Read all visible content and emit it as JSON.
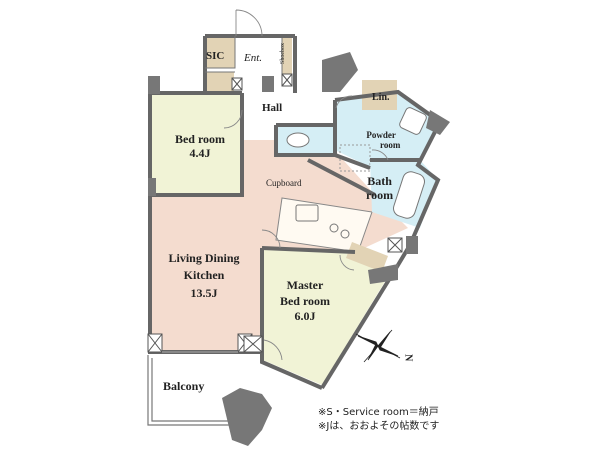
{
  "rooms": {
    "sic": "SIC",
    "entrance": "Ent.",
    "shoebox": "Shoebox",
    "hall": "Hall",
    "linen": "Lin.",
    "powder_room_line1": "Powder",
    "powder_room_line2": "room",
    "bath_line1": "Bath",
    "bath_line2": "room",
    "bedroom_name": "Bed room",
    "bedroom_size": "4.4J",
    "cupboard": "Cupboard",
    "ldk_line1": "Living Dining",
    "ldk_line2": "Kitchen",
    "ldk_size": "13.5J",
    "master_line1": "Master",
    "master_line2": "Bed room",
    "master_size": "6.0J",
    "balcony": "Balcony"
  },
  "compass": {
    "north": "N"
  },
  "notes": {
    "line1": "※S・Service room＝納戸",
    "line2": "※Jは、おおよその帖数です"
  },
  "colors": {
    "wall": "#666666",
    "bedroom_fill": "#f1f3d6",
    "ldk_fill": "#f4dccf",
    "wet_fill": "#d5eef5",
    "storage_fill": "#e2d3b5",
    "floor": "#ffffff"
  }
}
